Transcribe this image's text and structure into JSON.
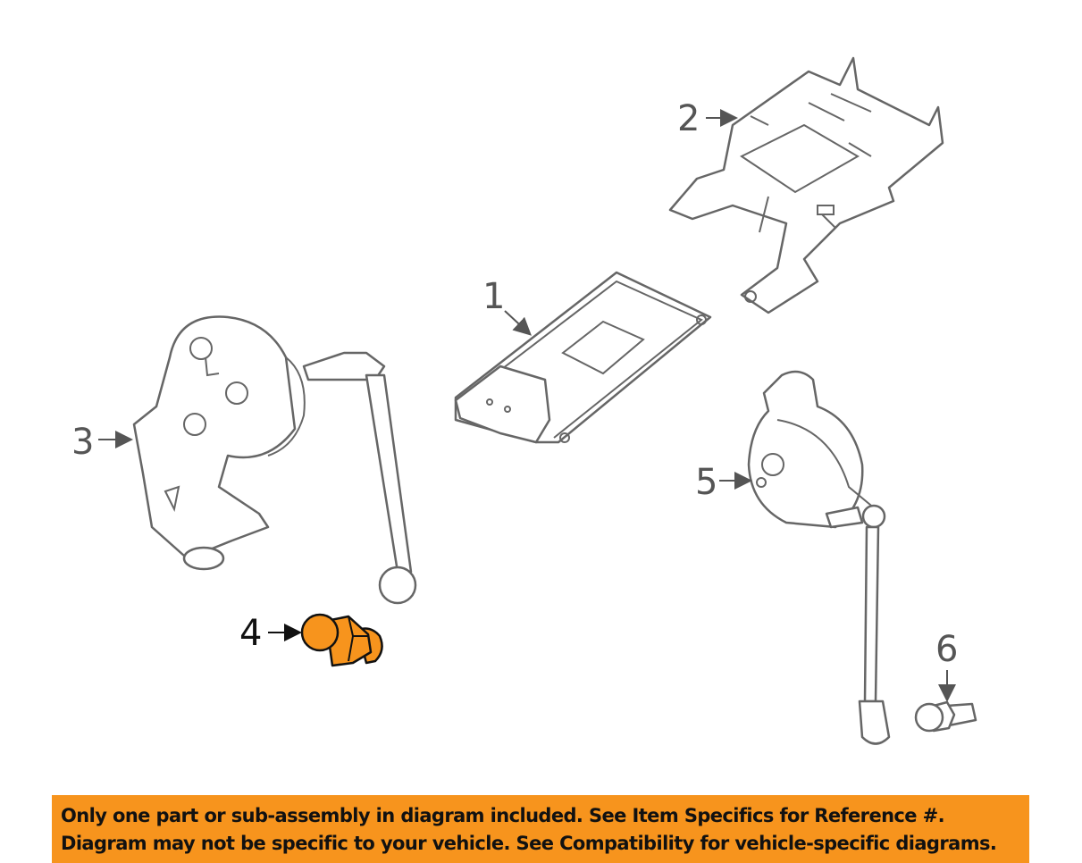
{
  "diagram": {
    "callouts": [
      "1",
      "2",
      "3",
      "4",
      "5",
      "6"
    ],
    "highlighted_callout": "4",
    "highlight_color": "#f7941d",
    "line_color": "#666666"
  },
  "banner": {
    "line1": "Only one part or sub-assembly in diagram included. See Item Specifics for Reference #.",
    "line2": "Diagram may not be specific to your vehicle. See Compatibility for vehicle-specific diagrams.",
    "background": "#f7941d"
  }
}
